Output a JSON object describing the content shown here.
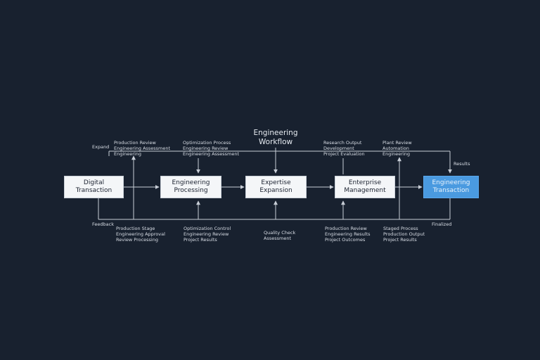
{
  "title": [
    "Engineering",
    "Workflow"
  ],
  "boxes": [
    {
      "line1": "Digital",
      "line2": "Transaction"
    },
    {
      "line1": "Engineering",
      "line2": "Processing"
    },
    {
      "line1": "Expertise",
      "line2": "Expansion"
    },
    {
      "line1": "Enterprise",
      "line2": "Management"
    },
    {
      "line1": "Engineering",
      "line2": "Transaction"
    }
  ],
  "top_labels": [
    {
      "lines": [
        "Expand"
      ]
    },
    {
      "lines": [
        "Production Review",
        "Engineering Assessment",
        "Engineering"
      ]
    },
    {
      "lines": [
        "Optimization Process",
        "Engineering Review",
        "Engineering Assessment"
      ]
    },
    {
      "lines": [
        "Research Output",
        "Development",
        "Project Evaluation"
      ]
    },
    {
      "lines": [
        "Plant Review",
        "Automation",
        "Engineering"
      ]
    },
    {
      "lines": [
        "Results"
      ]
    }
  ],
  "bottom_labels": [
    {
      "lines": [
        "Feedback"
      ]
    },
    {
      "lines": [
        "Production Stage",
        "Engineering Approval",
        "Review Processing"
      ]
    },
    {
      "lines": [
        "Optimization Control",
        "Engineering Review",
        "Project Results"
      ]
    },
    {
      "lines": [
        "Quality Check",
        "Assessment"
      ]
    },
    {
      "lines": [
        "Production Review",
        "Engineering Results",
        "Project Outcomes"
      ]
    },
    {
      "lines": [
        "Staged Process",
        "Production Output",
        "Project Results"
      ]
    },
    {
      "lines": [
        "Finalized"
      ]
    }
  ],
  "colors": {
    "background": "#18212f",
    "box_fill": "#f4f6f8",
    "accent_box": "#4a9ae0",
    "connector": "#c8ced7"
  }
}
